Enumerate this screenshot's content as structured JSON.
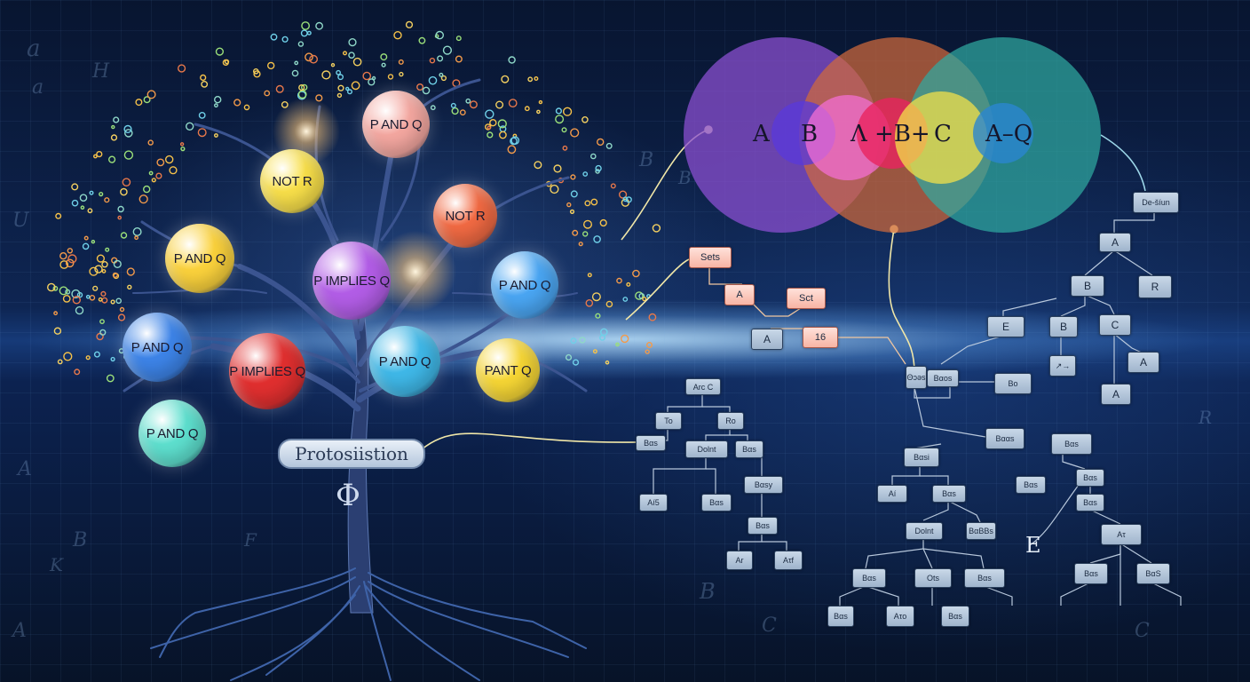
{
  "propositions": {
    "bubbles": [
      {
        "label": "P AND Q",
        "color": "#f4a7a0"
      },
      {
        "label": "NOT R",
        "color": "#f9e04a"
      },
      {
        "label": "NOT R",
        "color": "#f26a43"
      },
      {
        "label": "P AND Q",
        "color": "#fbd23c"
      },
      {
        "label": "P IMPLIES Q",
        "color": "#b25de6"
      },
      {
        "label": "P AND Q",
        "color": "#4aa6f3"
      },
      {
        "label": "P AND Q",
        "color": "#3d84e8"
      },
      {
        "label": "P IMPLIES Q",
        "color": "#e02f2f"
      },
      {
        "label": "P AND Q",
        "color": "#3fb8e8"
      },
      {
        "label": "PANT Q",
        "color": "#f7d735"
      },
      {
        "label": "P AND Q",
        "color": "#5ee0cf"
      }
    ],
    "trunk_label": "Protosiistion",
    "root_symbol": "Φ"
  },
  "venn": {
    "circles": [
      {
        "color": "#8a4fd0"
      },
      {
        "color": "#d06a3b"
      },
      {
        "color": "#2fa9a1"
      }
    ],
    "labels": [
      "A",
      "B",
      "Λ +B+",
      "C",
      "A–Q"
    ]
  },
  "left_tree": {
    "labels": [
      "Sets",
      "A",
      "Sct",
      "A",
      "16",
      "Arc C",
      "To",
      "Ro",
      "Bαs",
      "Dolnt",
      "Bαs",
      "Aí5",
      "Bαs",
      "Bαsy",
      "Bαs",
      "Ar",
      "Aτf"
    ]
  },
  "right_tree": {
    "labels": [
      "De-šíun",
      "A",
      "B",
      "R",
      "E",
      "B",
      "C",
      "A",
      "A",
      "Θɔəs",
      "Bαos",
      "↗→",
      "Bo",
      "Bααs",
      "Bαs",
      "Bαsi",
      "Aí",
      "Bαs",
      "Bαs",
      "Bαs",
      "Bαs",
      "Dolnt",
      "BαBBs",
      "Aτ",
      "Bαs",
      "Ots",
      "Bαs",
      "Bαs",
      "BαS",
      "Bαs",
      "Aτo",
      "Bαs"
    ],
    "e_label": "E"
  },
  "background_glyphs": [
    "a",
    "H",
    "a",
    "U",
    "A",
    "B",
    "K",
    "A",
    "B",
    "B",
    "R",
    "C",
    "F",
    "B",
    "C"
  ]
}
